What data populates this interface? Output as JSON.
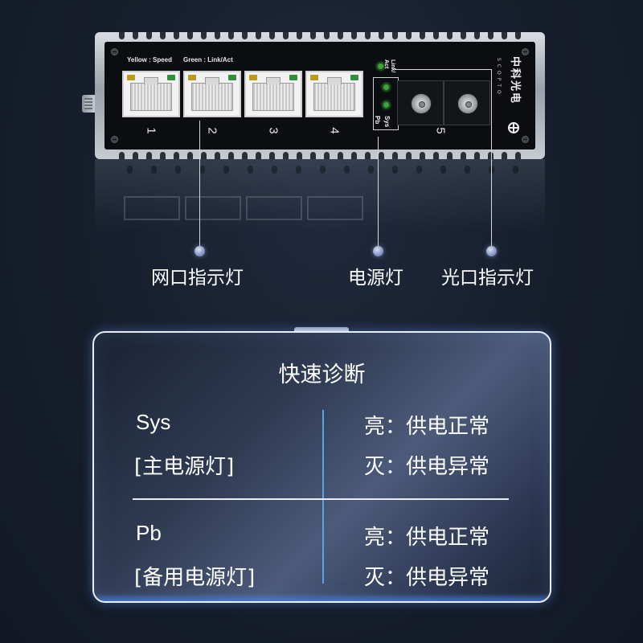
{
  "device": {
    "legend_yellow": "Yellow : Speed",
    "legend_green": "Green : Link/Act",
    "ports": [
      "1",
      "2",
      "3",
      "4"
    ],
    "fiber_port": "5",
    "indicator_pb": "Pb",
    "indicator_sys": "Sys",
    "link_act": "Link/\nAct",
    "brand_cn": "中科光电",
    "brand_en": "SCOPTO"
  },
  "callouts": {
    "network_port_led": "网口指示灯",
    "power_led": "电源灯",
    "optical_port_led": "光口指示灯"
  },
  "diagnosis": {
    "title": "快速诊断",
    "rows": [
      {
        "name": "Sys",
        "desc": "[主电源灯]",
        "on": "亮：供电正常",
        "off": "灭：供电异常"
      },
      {
        "name": "Pb",
        "desc": "[备用电源灯]",
        "on": "亮：供电正常",
        "off": "灭：供电异常"
      }
    ]
  },
  "colors": {
    "background": "#161d2b",
    "card_border": "#e9eef6",
    "divider_vertical": "#5aa3e6",
    "led_green": "#3fa23a",
    "led_yellow": "#b99a1c"
  }
}
